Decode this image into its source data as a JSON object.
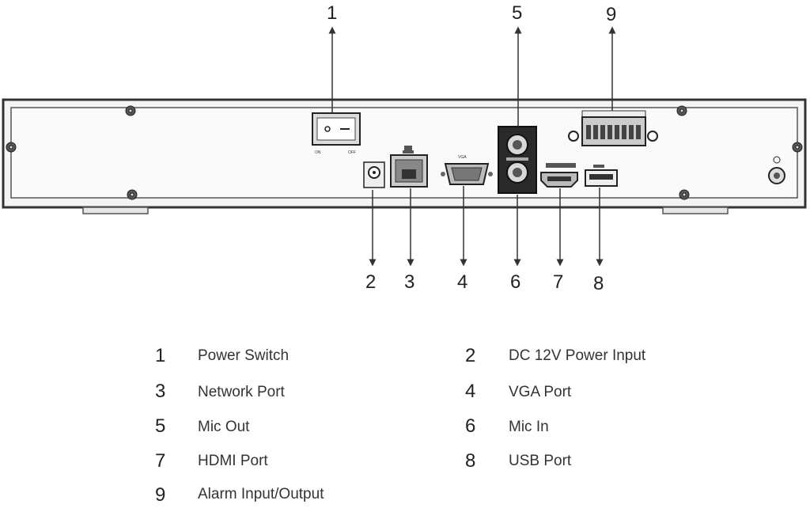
{
  "callouts": {
    "c1": "1",
    "c2": "2",
    "c3": "3",
    "c4": "4",
    "c5": "5",
    "c6": "6",
    "c7": "7",
    "c8": "8",
    "c9": "9"
  },
  "panel_labels": {
    "on": "ON",
    "off": "OFF",
    "vga": "VGA"
  },
  "legend": [
    {
      "num": "1",
      "label": "Power Switch"
    },
    {
      "num": "2",
      "label": "DC 12V Power Input"
    },
    {
      "num": "3",
      "label": "Network Port"
    },
    {
      "num": "4",
      "label": "VGA Port"
    },
    {
      "num": "5",
      "label": "Mic Out"
    },
    {
      "num": "6",
      "label": "Mic In"
    },
    {
      "num": "7",
      "label": "HDMI Port"
    },
    {
      "num": "8",
      "label": "USB Port"
    },
    {
      "num": "9",
      "label": "Alarm Input/Output"
    }
  ]
}
